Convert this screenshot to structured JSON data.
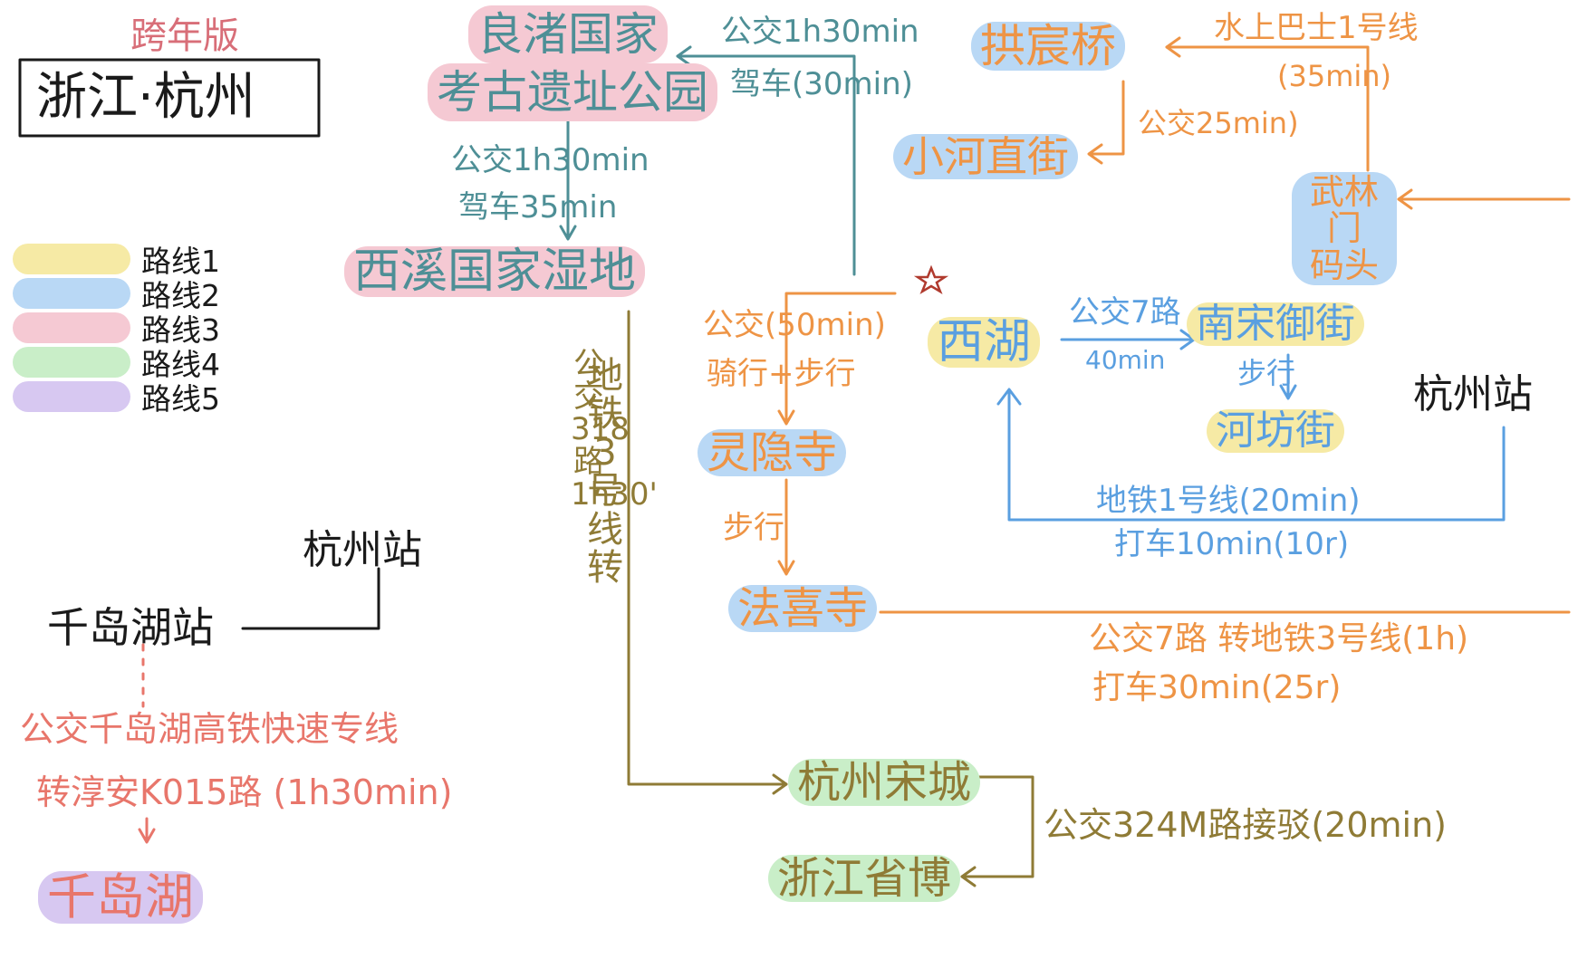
{
  "header": {
    "version_label": "跨年版",
    "title": "浙江·杭州"
  },
  "legend": [
    {
      "label": "路线1",
      "color": "#f6eaa5"
    },
    {
      "label": "路线2",
      "color": "#b9d8f5"
    },
    {
      "label": "路线3",
      "color": "#f5c9d3"
    },
    {
      "label": "路线4",
      "color": "#c9eec8"
    },
    {
      "label": "路线5",
      "color": "#d7c8f1"
    }
  ],
  "colors": {
    "teal": "#4e8f96",
    "orange": "#ee9445",
    "blue": "#5a9fe0",
    "olive": "#8f7b36",
    "red": "#e8766b",
    "black": "#1a1a1a"
  },
  "nodes": {
    "liangzhu": "良渚国家考古遗址公园",
    "liangzhu_line1": "良渚国家",
    "liangzhu_line2": "考古遗址公园",
    "xixi": "西溪国家湿地",
    "gongchenqiao": "拱宸桥",
    "xiaohe": "小河直街",
    "wulinmen": "武林门码头",
    "wulinmen_line1": "武林门",
    "wulinmen_line2": "码头",
    "xihu": "西湖",
    "nansong": "南宋御街",
    "hefang": "河坊街",
    "hangzhou_station_right": "杭州站",
    "lingyin": "灵隐寺",
    "faxi": "法喜寺",
    "songcheng": "杭州宋城",
    "zhejiang_museum": "浙江省博",
    "hangzhou_station_left": "杭州站",
    "qiandaohu_station": "千岛湖站",
    "qiandaohu": "千岛湖"
  },
  "edges": {
    "liangzhu_star_line1": "公交1h30min",
    "liangzhu_star_line2": "驾车(30min)",
    "liangzhu_xixi_line1": "公交1h30min",
    "liangzhu_xixi_line2": "驾车35min",
    "wulin_gongchen_line1": "水上巴士1号线",
    "wulin_gongchen_line2": "(35min)",
    "gongchen_xiaohe": "公交25min)",
    "star_lingyin_line1": "公交(50min)",
    "star_lingyin_line2": "骑行+步行",
    "lingyin_faxi": "步行",
    "xihu_nansong_line1": "公交7路",
    "xihu_nansong_line2": "40min",
    "nansong_hefang": "步行",
    "station_xihu_line1": "地铁1号线(20min)",
    "station_xihu_line2": "打车10min(10r)",
    "faxi_line1": "公交7路 转地铁3号线(1h)",
    "faxi_line2": "打车30min(25r)",
    "xixi_songcheng_col1": "地铁3号线转",
    "xixi_songcheng_col2": "公交318路1h30'",
    "songcheng_museum": "公交324M路接驳(20min)",
    "qiandao_line1": "公交千岛湖高铁快速专线",
    "qiandao_line2": "转淳安K015路 (1h30min)"
  }
}
